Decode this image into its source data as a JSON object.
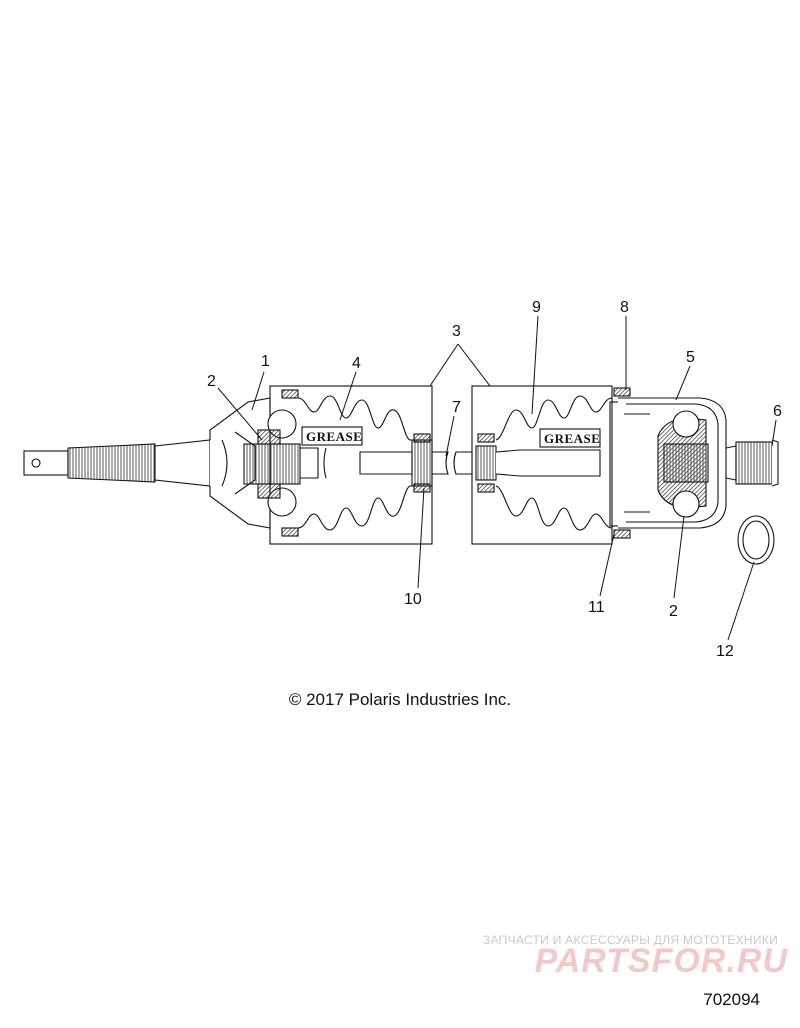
{
  "callouts": [
    "1",
    "2",
    "3",
    "4",
    "5",
    "6",
    "7",
    "8",
    "9",
    "10",
    "11",
    "2",
    "12"
  ],
  "grease_labels": [
    "GREASE",
    "GREASE"
  ],
  "copyright": "© 2017 Polaris Industries Inc.",
  "watermark": {
    "tagline": "ЗАПЧАСТИ И АКСЕССУАРЫ ДЛЯ МОТОТЕХНИКИ",
    "logo": "PARTSFOR.RU"
  },
  "drawing_number": "702094",
  "colors": {
    "line": "#111111",
    "hatch": "#555555",
    "watermark": "#f2c8c8"
  }
}
